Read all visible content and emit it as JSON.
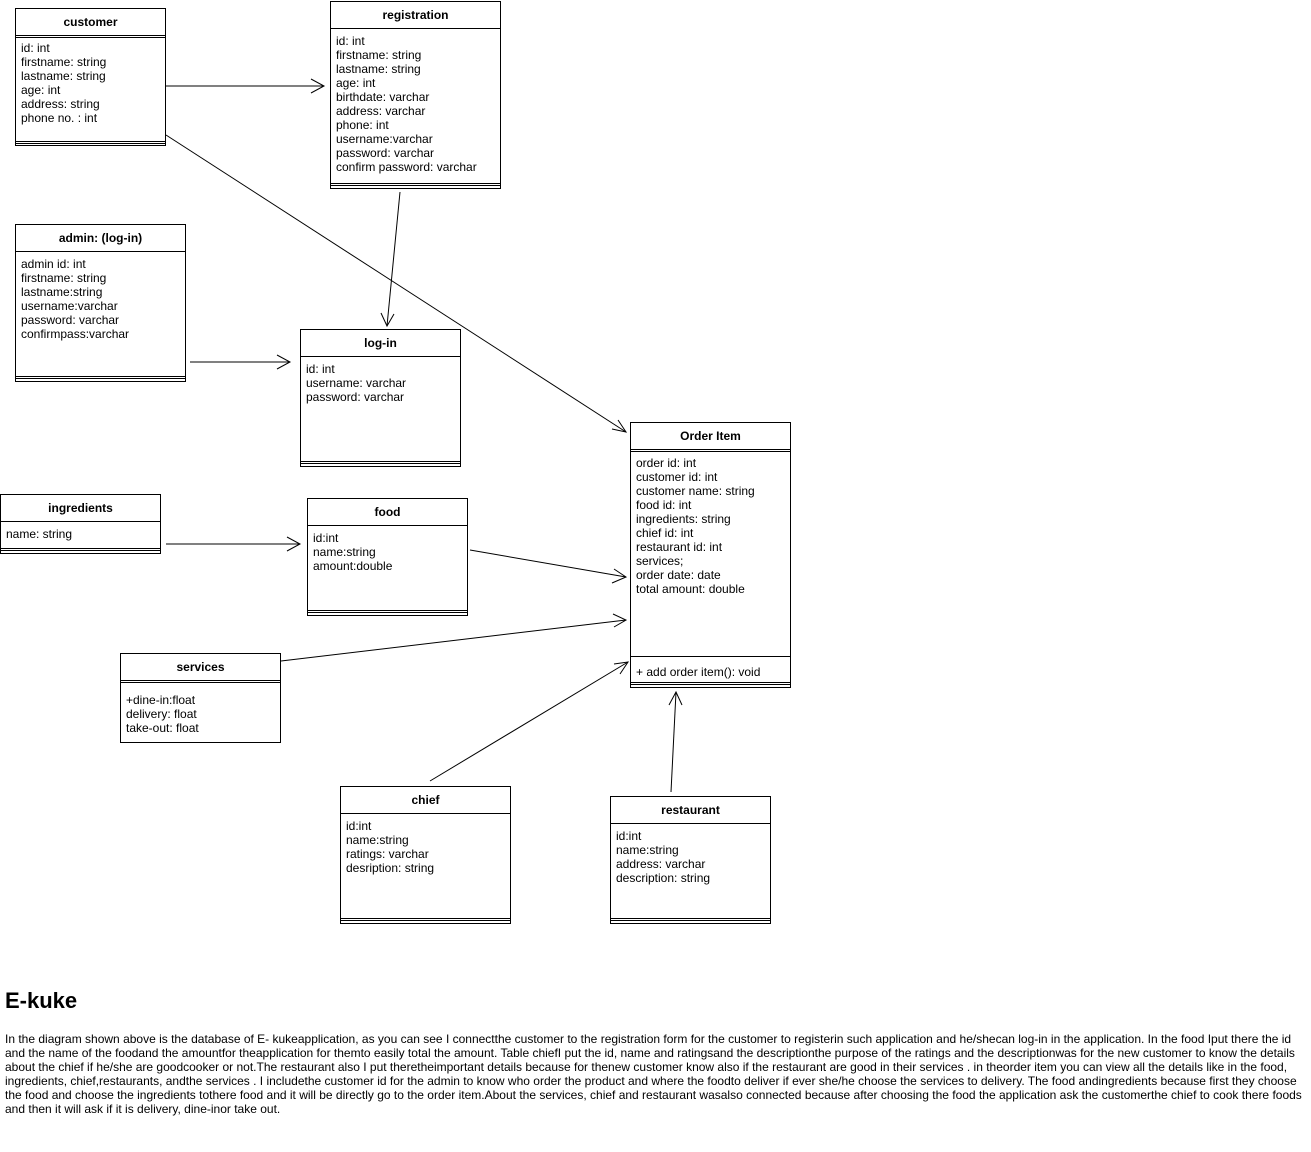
{
  "classes": {
    "customer": {
      "title": "customer",
      "attributes": [
        "id: int",
        "firstname: string",
        "lastname: string",
        "age: int",
        "address: string",
        "phone no. : int"
      ]
    },
    "registration": {
      "title": "registration",
      "attributes": [
        "id: int",
        "firstname: string",
        "lastname: string",
        "age: int",
        "birthdate: varchar",
        "address: varchar",
        "phone: int",
        "username:varchar",
        "password: varchar",
        "confirm password: varchar"
      ]
    },
    "admin": {
      "title": "admin: (log-in)",
      "attributes": [
        "admin id: int",
        "firstname: string",
        "lastname:string",
        "username:varchar",
        "password: varchar",
        "confirmpass:varchar"
      ]
    },
    "login": {
      "title": "log-in",
      "attributes": [
        "id: int",
        "username: varchar",
        "password: varchar"
      ]
    },
    "ingredients": {
      "title": "ingredients",
      "attributes": [
        "name: string"
      ]
    },
    "food": {
      "title": "food",
      "attributes": [
        "id:int",
        "name:string",
        "amount:double"
      ]
    },
    "order_item": {
      "title": "Order Item",
      "attributes": [
        "order id: int",
        "customer id: int",
        "customer name: string",
        "food id: int",
        "ingredients: string",
        "chief id: int",
        "restaurant id: int",
        "services;",
        "order date: date",
        "total amount: double"
      ],
      "methods": [
        "+ add order item(): void"
      ]
    },
    "services": {
      "title": "services",
      "attributes": [
        "+dine-in:float",
        "delivery: float",
        "take-out: float"
      ]
    },
    "chief": {
      "title": "chief",
      "attributes": [
        "id:int",
        "name:string",
        "ratings: varchar",
        "desription: string"
      ]
    },
    "restaurant": {
      "title": "restaurant",
      "attributes": [
        "id:int",
        "name:string",
        "address: varchar",
        "description: string"
      ]
    }
  },
  "text": {
    "title": "E-kuke",
    "description": "In the diagram shown above is the database of E- kukeapplication,  as you can see I connectthe customer to the registration form for the customer to registerin such application and he/shecan log-in in the application. In the food Iput there the id and the name of the foodand the amountfor theapplication for themto easily total the amount. Table chiefI put the id, name and ratingsand the descriptionthe purpose of the ratings and the descriptionwas for the new customer to know the details about the chief if he/she are goodcooker or not.The restaurant also I put theretheimportant details because for thenew customer know also if the restaurant are good in their services . in theorder item you can view all the details like in the food, ingredients, chief,restaurants, andthe services . I includethe customer id for the admin to know who order the product and where the foodto deliver if ever she/he choose the services to delivery. The food andingredients because first they choose the food and choose the ingredients tothere food and it will be directly go to the order item.About the services, chief and restaurant wasalso connected because after choosing the food the application ask the customerthe chief to cook there foods and then it will ask if it is delivery, dine-inor take out."
  }
}
